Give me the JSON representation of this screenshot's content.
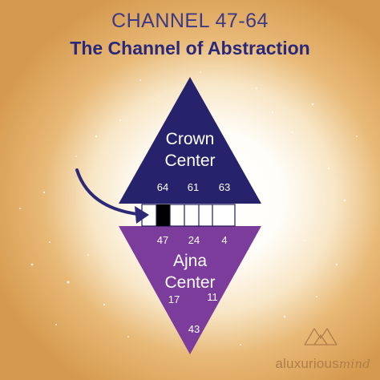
{
  "header": {
    "channel_title": "CHANNEL 47-64",
    "channel_subtitle": "The Channel of Abstraction"
  },
  "centers": {
    "crown": {
      "name_line1": "Crown",
      "name_line2": "Center",
      "gates": [
        "64",
        "61",
        "63"
      ]
    },
    "ajna": {
      "name_line1": "Ajna",
      "name_line2": "Center",
      "gates_top": [
        "47",
        "24",
        "4"
      ],
      "gates_mid": [
        "17",
        "11"
      ],
      "gate_bottom": "43"
    }
  },
  "brand": {
    "name_plain": "aluxurious",
    "name_script": "mind"
  },
  "colors": {
    "crown_fill": "#26226b",
    "ajna_fill": "#7b3c9c",
    "title_top": "#3d3a85",
    "title_sub": "#2a287a",
    "arrow": "#2c2a76",
    "brand": "#b07d4a"
  },
  "icons": {
    "arrow": "curved-arrow-icon",
    "logo": "mountain-logo-icon"
  }
}
